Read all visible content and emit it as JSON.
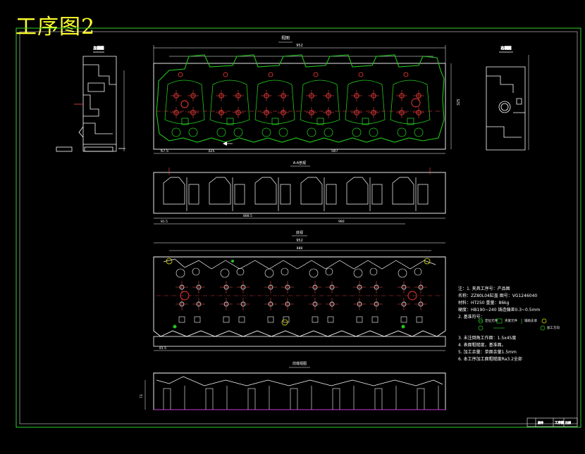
{
  "drawing": {
    "title": "工序图2",
    "views": {
      "main_label": "视图",
      "section_label": "A-A剖视",
      "bottom_label": "底视",
      "front_label": "前端视图",
      "left_label": "左视图",
      "right_label": "右视图"
    },
    "dims": {
      "overall_length": "952",
      "left_offset": "67.5",
      "span_a": "325",
      "span_b": "587",
      "height": "325",
      "sec_a": "888.5",
      "sec_b": "980",
      "sec_c": "81.5",
      "bottom_total": "952",
      "bottom_span": "888",
      "bottom_left": "81.5",
      "front_height": "73"
    },
    "notes": [
      "注：1. 夹具工序号：产品图",
      "     名称：ZZ80L04缸盖  图号：VG1246040",
      "     材料：HT250  重量：86kg",
      "     硬度：HB190~240 铸造偏差0.3~0.5mm",
      "2. 基准符号：",
      "3. 未注倒角工作面：1.5x45度",
      "4. 表面粗糙度，基准面。",
      "5. 加工余量：单面余量1.5mm",
      "6. 本工序加工面粗糙度Ra3.2全部"
    ],
    "legend": [
      "定位元件",
      "夹紧元件",
      "辅助支承",
      "加工方向"
    ],
    "titleblock": [
      "工序图",
      "比例",
      "图号"
    ],
    "colors": {
      "background": "#000000",
      "line": "#ffffff",
      "contour": "#22c71c",
      "holes": "#ff3b3b",
      "axis": "#ff4a4a",
      "title": "#ffff2a",
      "frame": "#2ed12e",
      "magenta": "#c83ad6"
    }
  }
}
